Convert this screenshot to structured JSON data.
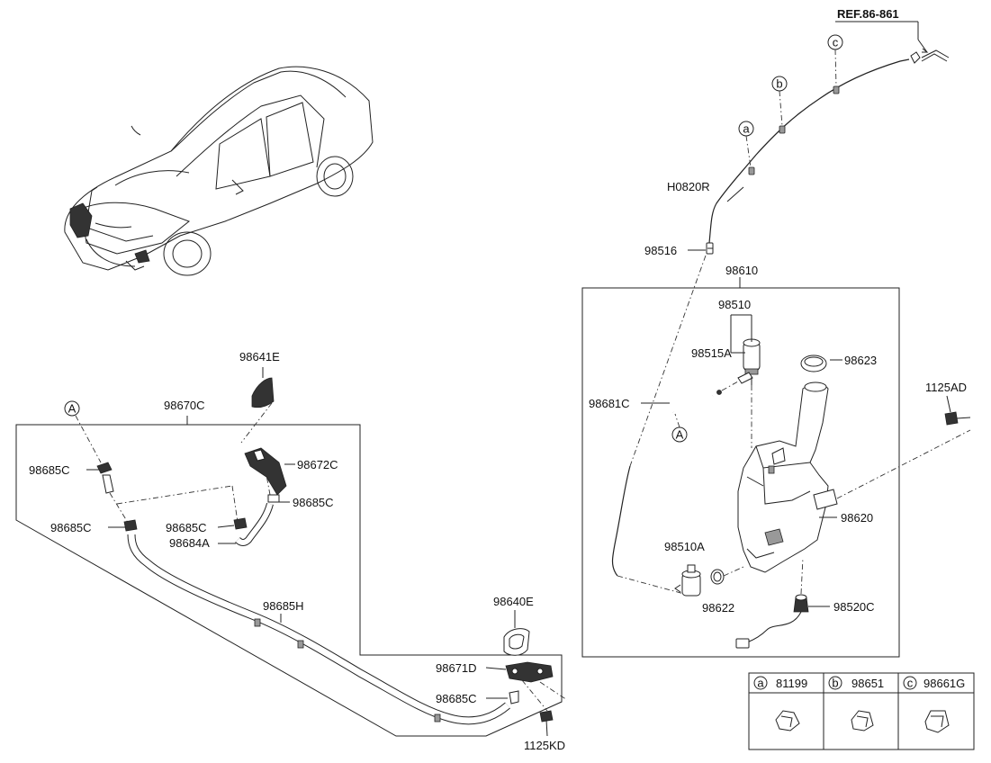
{
  "labels": {
    "ref": "REF.86-861",
    "h0820r": "H0820R",
    "p98516": "98516",
    "p98610": "98610",
    "p98510": "98510",
    "p98515a": "98515A",
    "p98623": "98623",
    "p98681c": "98681C",
    "p1125ad": "1125AD",
    "p98620": "98620",
    "p98510a": "98510A",
    "p98622": "98622",
    "p98520c": "98520C",
    "p98641e": "98641E",
    "p98670c": "98670C",
    "p98685c_1": "98685C",
    "p98672c": "98672C",
    "p98685c_2": "98685C",
    "p98685c_3": "98685C",
    "p98685c_4": "98685C",
    "p98684a": "98684A",
    "p98685h": "98685H",
    "p98640e": "98640E",
    "p98671d": "98671D",
    "p98685c_5": "98685C",
    "p1125kd": "1125KD"
  },
  "callouts": {
    "a": "a",
    "b": "b",
    "c": "c",
    "A_top": "A",
    "A_left": "A"
  },
  "legend": {
    "items": [
      {
        "key": "a",
        "part": "81199"
      },
      {
        "key": "b",
        "part": "98651"
      },
      {
        "key": "c",
        "part": "98661G"
      }
    ]
  }
}
